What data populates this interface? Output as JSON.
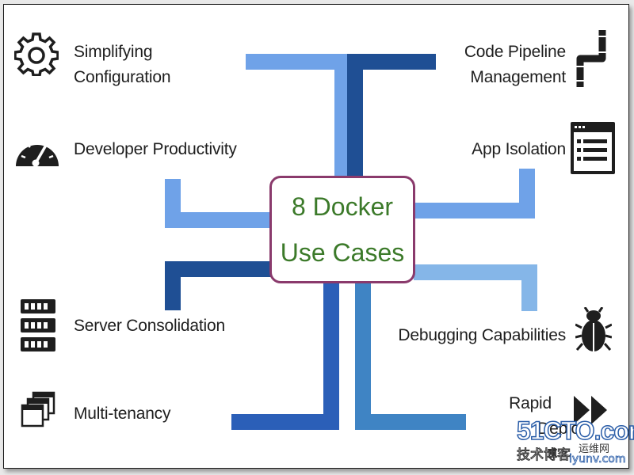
{
  "diagram": {
    "center": {
      "line1": "8 Docker",
      "line2": "Use Cases"
    },
    "use_cases": [
      {
        "id": "simplifying-configuration",
        "line1": "Simplifying",
        "line2": "Configuration",
        "icon": "gear-icon"
      },
      {
        "id": "developer-productivity",
        "line1": "Developer Productivity",
        "icon": "speedometer-icon"
      },
      {
        "id": "server-consolidation",
        "line1": "Server Consolidation",
        "icon": "server-rack-icon"
      },
      {
        "id": "multi-tenancy",
        "line1": "Multi-tenancy",
        "icon": "stacked-windows-icon"
      },
      {
        "id": "code-pipeline-management",
        "line1": "Code Pipeline",
        "line2": "Management",
        "icon": "pipe-icon"
      },
      {
        "id": "app-isolation",
        "line1": "App Isolation",
        "icon": "app-window-icon"
      },
      {
        "id": "debugging-capabilities",
        "line1": "Debugging Capabilities",
        "icon": "bug-icon"
      },
      {
        "id": "rapid-deployment",
        "line1": "Rapid",
        "line2": "Deplo",
        "icon": "fast-forward-icon"
      }
    ]
  },
  "colors": {
    "center_border": "#8a3a6c",
    "center_text": "#3c7a2a",
    "light_blue": "#6fa2e8",
    "dark_blue": "#1f4f94",
    "mid_blue": "#2b5fb8",
    "teal_blue": "#3f84c4",
    "pale_blue": "#85b6e8"
  },
  "watermark": {
    "main": "51CTO.com",
    "sub": "技术博客",
    "sub2": "运维网",
    "site": "iyunv.com"
  }
}
